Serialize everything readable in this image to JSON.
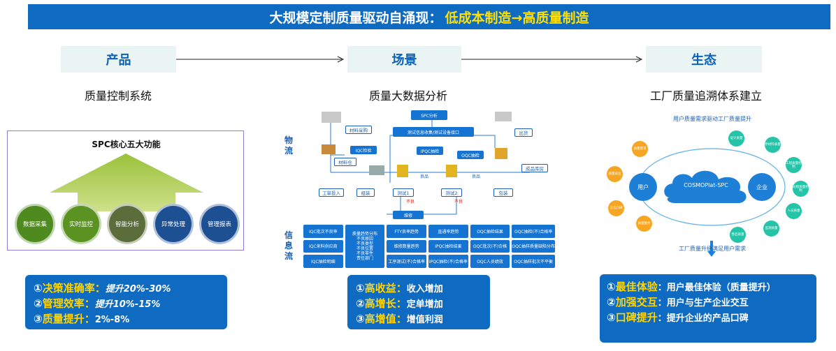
{
  "banner": {
    "prefix": "大规模定制质量驱动自涌现：",
    "highlight": "低成本制造→高质量制造"
  },
  "columns": [
    {
      "title": "产品",
      "subtitle": "质量控制系统"
    },
    {
      "title": "场景",
      "subtitle": "质量大数据分析"
    },
    {
      "title": "生态",
      "subtitle": "工厂质量追溯体系建立"
    }
  ],
  "spc": {
    "title": "SPC核心五大功能",
    "functions": [
      "数据采集",
      "实时监控",
      "智能分析",
      "异常处理",
      "管理报表"
    ],
    "colors": [
      "#4e8a1d",
      "#5a9322",
      "#5a6d3a",
      "#1d4f93",
      "#1d4f93"
    ]
  },
  "flow": {
    "side_top": [
      "物",
      "流"
    ],
    "side_bottom": [
      "信",
      "息",
      "流"
    ],
    "top_boxes": {
      "spc": "SPC分析",
      "collect": "测试信息收集/测试设备接口"
    },
    "labels": {
      "purchase": "材料采购",
      "iqc": "IQC检验",
      "warehouse": "材料仓",
      "ipqc": "IPQC抽检",
      "oqc": "OQC抽检",
      "ship": "出货",
      "finished": "成品库房",
      "input": "工单投入",
      "assemble": "组装",
      "test1": "测试1",
      "test2": "测试2",
      "pack": "包装",
      "repair": "维修",
      "good": "良品",
      "good2": "良品",
      "bad": "不良",
      "bad2": "不良"
    },
    "info_cells": [
      "IQC批次不良率",
      "质量趋势分布\n不良原因\n不良类型\n不良位置\n不良零件\n责任部门",
      "FTY良率趋势",
      "直通率趋势",
      "OQC抽检结果",
      "OQC抽检(不)合格率",
      "IQC来料供应商",
      "",
      "维修数量趋势",
      "IPQC抽检结果",
      "OQC批次(不)合格",
      "OQC抽样质量缺陷分布",
      "IQC抽检明细",
      "",
      "工序测试(不)合格率",
      "IPQC抽检(不)合格率",
      "OQC人员绩效",
      "OQC抽样批次不平衡"
    ]
  },
  "eco": {
    "top": "用户质量需求驱动工厂质量提升",
    "cloud": "COSMOPlat-SPC",
    "user": "用户",
    "enterprise": "企业",
    "bottom": "工厂质量升级满足用户需求",
    "left_nodes": [
      "质量需求",
      "质量关注",
      "方法口碑",
      "质量服务"
    ],
    "right_nodes": [
      "设计质量",
      "原材料质量",
      "工程质量控制",
      "过程质量控制",
      "人员质量",
      "监测质量",
      "售后质量"
    ]
  },
  "boxes": {
    "product": [
      {
        "num": "①",
        "key": "决策准确率：",
        "val": "提升20%-30%"
      },
      {
        "num": "②",
        "key": "管理效率：",
        "val": "提升10%-15%"
      },
      {
        "num": "③",
        "key": "质量提升：",
        "val": "2%-8%"
      }
    ],
    "scene": [
      {
        "num": "①",
        "key": "高收益：",
        "val": "收入增加"
      },
      {
        "num": "②",
        "key": "高增长：",
        "val": "定单增加"
      },
      {
        "num": "③",
        "key": "高增值：",
        "val": "增值利润"
      }
    ],
    "eco": [
      {
        "num": "①",
        "key": "最佳体验",
        "val": "：用户最佳体验（质量提升）"
      },
      {
        "num": "②",
        "key": "加强交互",
        "val": "：用户与生产企业交互"
      },
      {
        "num": "③",
        "key": "口碑提升",
        "val": "：提升企业的产品口碑"
      }
    ]
  }
}
